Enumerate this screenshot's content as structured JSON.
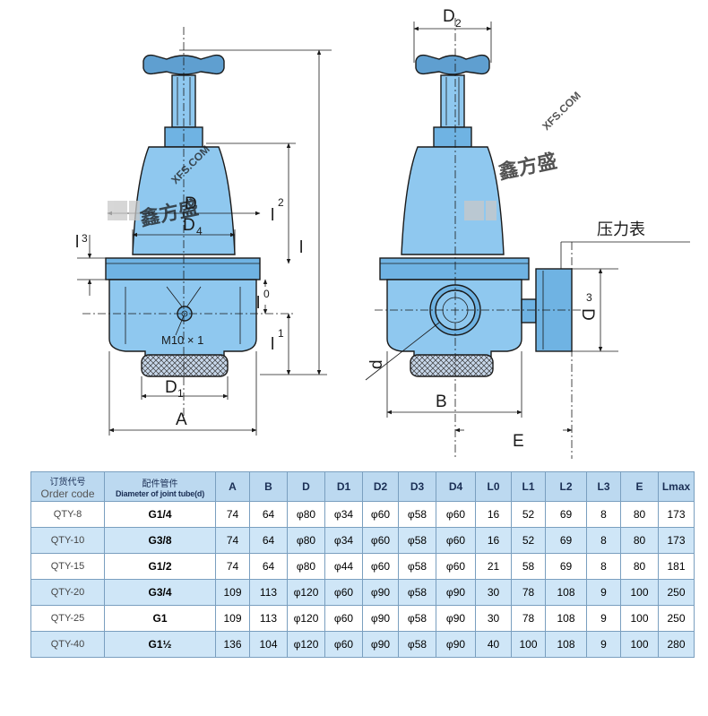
{
  "labels": {
    "D2": "D",
    "D2_sub": "2",
    "D": "D",
    "D4": "D",
    "D4_sub": "4",
    "l3": "l",
    "l3_sub": "3",
    "l2": "l",
    "l2_sub": "2",
    "L": "l",
    "l0": "l",
    "l0_sub": "0",
    "l1": "l",
    "l1_sub": "1",
    "M10": "M10 × 1",
    "D1": "D",
    "D1_sub": "1",
    "A": "A",
    "d": "d",
    "B": "B",
    "E": "E",
    "D3": "D",
    "D3_sub": "3",
    "gauge": "压力表"
  },
  "watermark": {
    "brand": "鑫方盛",
    "domain": "XFS.COM"
  },
  "table": {
    "header_col0_cn": "订货代号",
    "header_col0_en": "Order code",
    "header_col1_cn": "配件管件",
    "header_col1_en": "Diameter of joint tube(d)",
    "columns": [
      "A",
      "B",
      "D",
      "D1",
      "D2",
      "D3",
      "D4",
      "L0",
      "L1",
      "L2",
      "L3",
      "E",
      "Lmax"
    ],
    "rows": [
      {
        "code": "QTY-8",
        "pipe": "G1/4",
        "values": [
          "74",
          "64",
          "φ80",
          "φ34",
          "φ60",
          "φ58",
          "φ60",
          "16",
          "52",
          "69",
          "8",
          "80",
          "173"
        ]
      },
      {
        "code": "QTY-10",
        "pipe": "G3/8",
        "values": [
          "74",
          "64",
          "φ80",
          "φ34",
          "φ60",
          "φ58",
          "φ60",
          "16",
          "52",
          "69",
          "8",
          "80",
          "173"
        ]
      },
      {
        "code": "QTY-15",
        "pipe": "G1/2",
        "values": [
          "74",
          "64",
          "φ80",
          "φ44",
          "φ60",
          "φ58",
          "φ60",
          "21",
          "58",
          "69",
          "8",
          "80",
          "181"
        ]
      },
      {
        "code": "QTY-20",
        "pipe": "G3/4",
        "values": [
          "109",
          "113",
          "φ120",
          "φ60",
          "φ90",
          "φ58",
          "φ90",
          "30",
          "78",
          "108",
          "9",
          "100",
          "250"
        ]
      },
      {
        "code": "QTY-25",
        "pipe": "G1",
        "values": [
          "109",
          "113",
          "φ120",
          "φ60",
          "φ90",
          "φ58",
          "φ90",
          "30",
          "78",
          "108",
          "9",
          "100",
          "250"
        ]
      },
      {
        "code": "QTY-40",
        "pipe": "G1½",
        "values": [
          "136",
          "104",
          "φ120",
          "φ60",
          "φ90",
          "φ58",
          "φ90",
          "40",
          "100",
          "108",
          "9",
          "100",
          "280"
        ]
      }
    ]
  }
}
